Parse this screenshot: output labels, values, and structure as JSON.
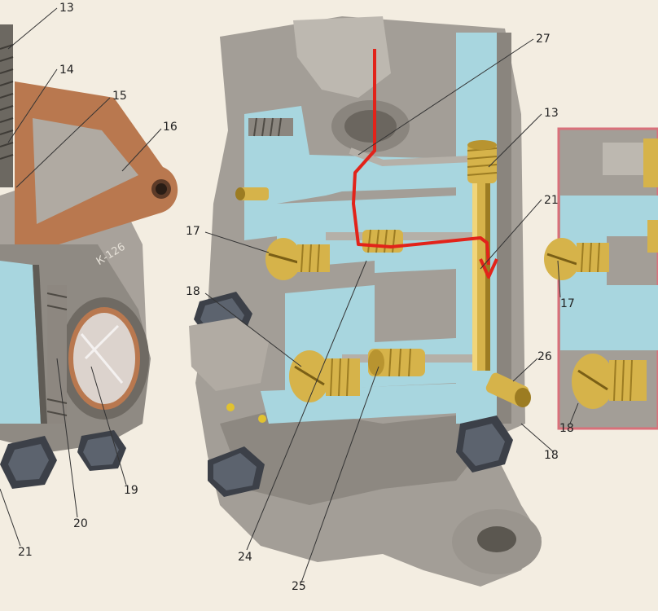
{
  "colors": {
    "paper": "#f3ede1",
    "metal": "#a39e97",
    "metal_dark": "#7e7972",
    "metal_light": "#c9c4bc",
    "channel": "#a8d6df",
    "brass": "#d6b34a",
    "brass_dark": "#9c7c22",
    "gasket": "#b9784f",
    "bolt": "#3c4048",
    "flow_arrow": "#e2231a",
    "inset_frame": "#d9707a",
    "leader": "#333333"
  },
  "icons": {
    "flow_arrow": "red-flow-arrow-icon",
    "jet": "brass-jet-icon",
    "bolt": "hex-bolt-icon"
  },
  "labels": {
    "l13a": "13",
    "l14": "14",
    "l15": "15",
    "l16": "16",
    "l19": "19",
    "l20": "20",
    "l21a": "21",
    "l27": "27",
    "l13b": "13",
    "l21b": "21",
    "l17a": "17",
    "l18a": "18",
    "l26": "26",
    "l18b": "18",
    "l24": "24",
    "l25": "25",
    "l17b": "17",
    "l18c": "18"
  },
  "casting_mark": "К-126"
}
